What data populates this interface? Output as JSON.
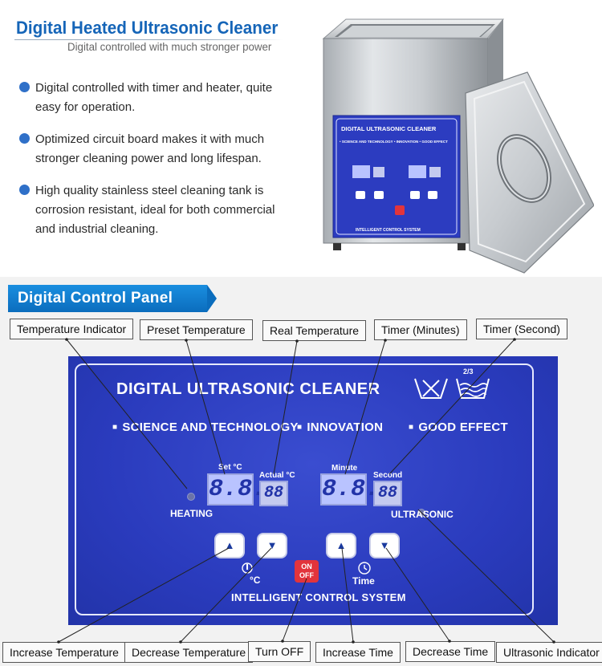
{
  "header": {
    "title": "Digital Heated Ultrasonic Cleaner",
    "subtitle": "Digital controlled with much stronger power"
  },
  "features": [
    "Digital controlled with timer and heater, quite easy for operation.",
    "Optimized circuit board makes it with much stronger cleaning power and long lifespan.",
    "High quality stainless steel cleaning tank is corrosion resistant, ideal for both commercial and industrial cleaning."
  ],
  "machine_panel": {
    "title": "DIGITAL ULTRASONIC CLEANER",
    "slogans": [
      "SCIENCE AND TECHNOLOGY",
      "INNOVATION",
      "GOOD EFFECT"
    ],
    "footer": "INTELLIGENT CONTROL SYSTEM"
  },
  "section": {
    "label": "Digital Control Panel"
  },
  "panel": {
    "title": "DIGITAL ULTRASONIC CLEANER",
    "slogans": [
      "SCIENCE AND TECHNOLOGY",
      "INNOVATION",
      "GOOD EFFECT"
    ],
    "set_label": "Set °C",
    "actual_label": "Actual °C",
    "minute_label": "Minute",
    "second_label": "Second",
    "heating_label": "HEATING",
    "ultrasonic_label": "ULTRASONIC",
    "set_display": "8.8.",
    "actual_display": "88",
    "minute_display": "8.8.",
    "second_display": "88",
    "temp_unit": "°C",
    "time_label": "Time",
    "on_label": "ON",
    "off_label": "OFF",
    "footer": "INTELLIGENT CONTROL SYSTEM",
    "level_mark": "2/3"
  },
  "callouts": {
    "temperature_indicator": "Temperature Indicator",
    "preset_temperature": "Preset Temperature",
    "real_temperature": "Real Temperature",
    "timer_minutes": "Timer (Minutes)",
    "timer_second": "Timer (Second)",
    "increase_temperature": "Increase Temperature",
    "decrease_temperature": "Decrease Temperature",
    "turn_off": "Turn OFF",
    "increase_time": "Increase Time",
    "decrease_time": "Decrease Time",
    "ultrasonic_indicator": "Ultrasonic Indicator"
  },
  "colors": {
    "title_blue": "#1565b8",
    "bullet_blue": "#2f70c8",
    "panel_blue": "#2a3bbd",
    "section_blue": "#0b6dbd",
    "on_off_red": "#e2343c"
  }
}
